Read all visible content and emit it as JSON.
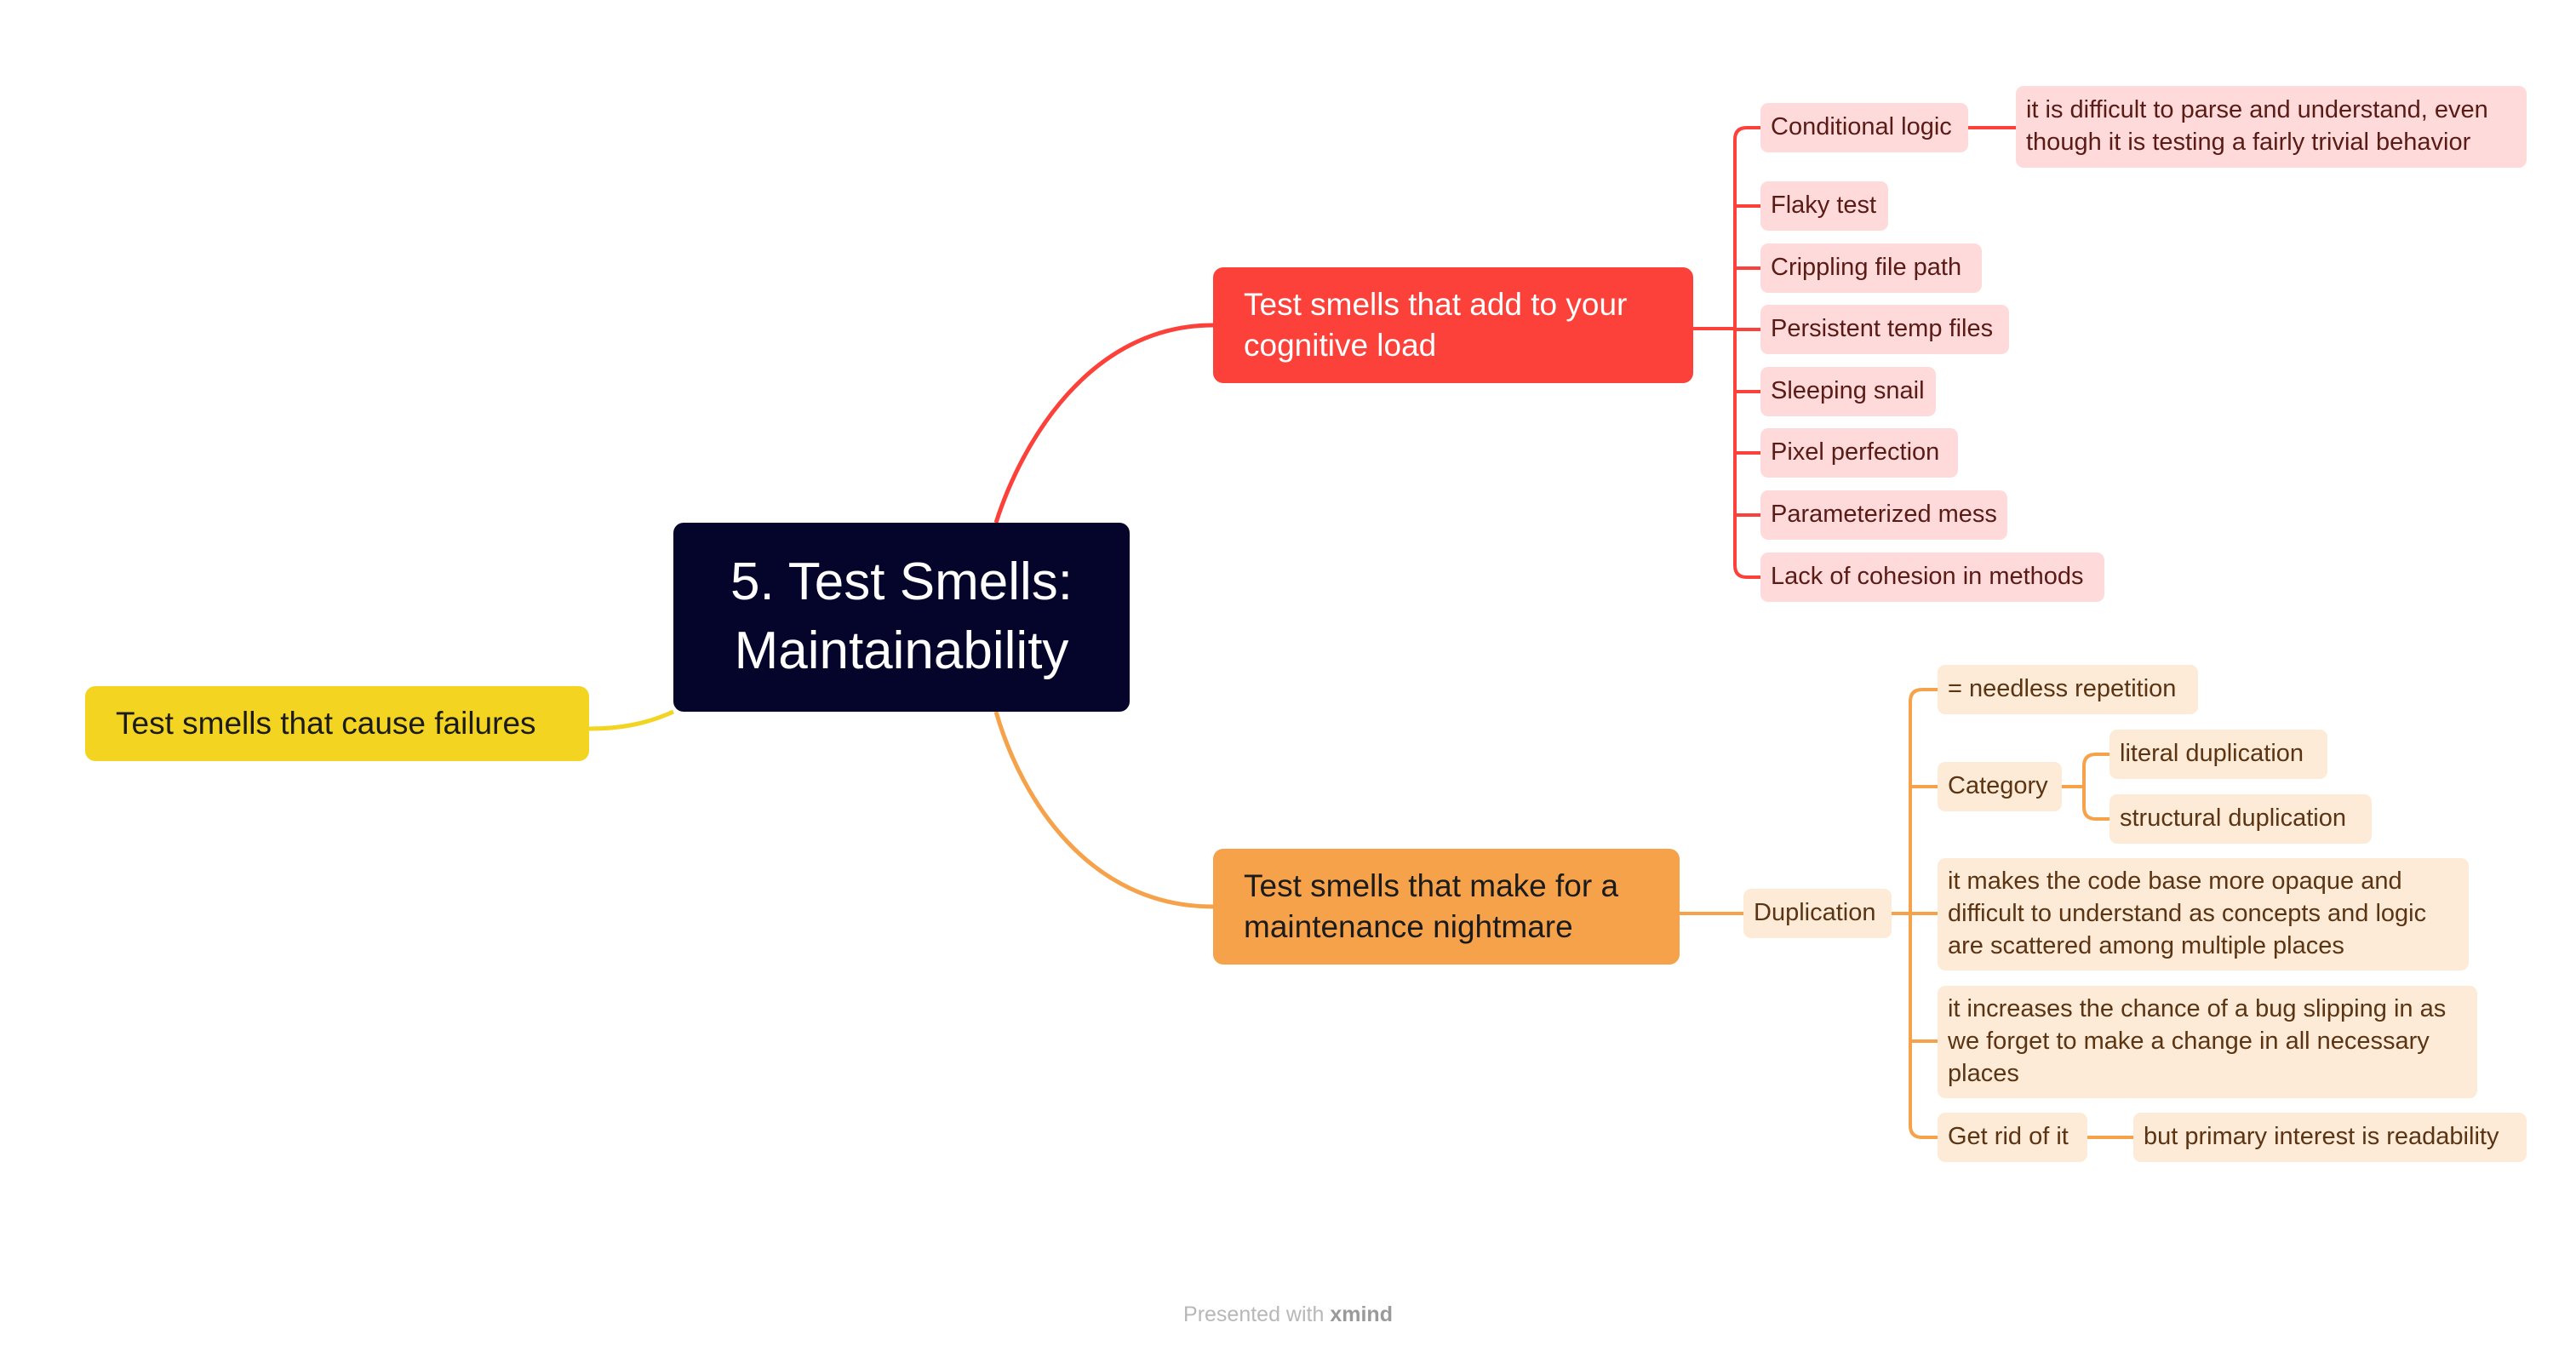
{
  "central": {
    "title": "5. Test Smells: Maintainability"
  },
  "branches": {
    "cognitive": {
      "label": "Test smells that add to your cognitive load",
      "items": [
        {
          "label": "Conditional logic",
          "note": "it is difficult to parse and understand, even though it is testing a fairly trivial behavior"
        },
        {
          "label": "Flaky test"
        },
        {
          "label": "Crippling file path"
        },
        {
          "label": "Persistent temp files"
        },
        {
          "label": "Sleeping snail"
        },
        {
          "label": "Pixel perfection"
        },
        {
          "label": "Parameterized mess"
        },
        {
          "label": "Lack of cohesion in methods"
        }
      ]
    },
    "maintenance": {
      "label": "Test smells that make for a maintenance nightmare",
      "duplication": {
        "label": "Duplication",
        "definition": "= needless repetition",
        "category": {
          "label": "Category",
          "items": [
            "literal duplication",
            "structural duplication"
          ]
        },
        "effect_1": "it makes the code base more opaque and difficult to understand as concepts and logic are scattered among multiple places",
        "effect_2": "it increases the chance of a bug slipping in as we forget to make a change in all necessary places",
        "get_rid": {
          "label": "Get rid of it",
          "note": "but primary interest is readability"
        }
      }
    },
    "failures": {
      "label": "Test smells that cause failures"
    }
  },
  "footer": {
    "prefix": "Presented with",
    "brand": "xmind"
  },
  "colors": {
    "central": "#05052b",
    "red": "#fb4139",
    "orange": "#f5a24b",
    "yellow": "#f2d421",
    "red_light": "#fedbda",
    "orange_light": "#fdebd8"
  }
}
